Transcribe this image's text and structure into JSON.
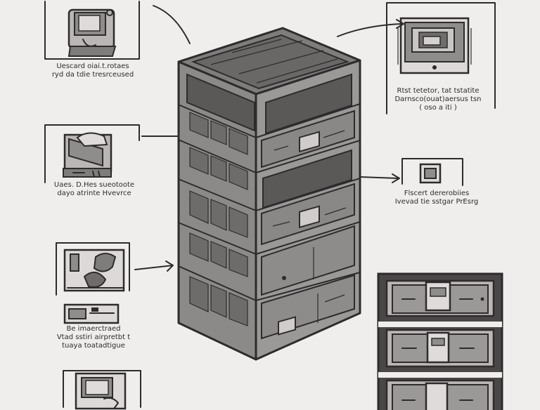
{
  "colors": {
    "background": "#efeeec",
    "ink": "#2e2b2c",
    "panel_fill": "#7f7c7c",
    "panel_dark": "#5b5858",
    "panel_light": "#b9b6b5",
    "frame": "#4b4748"
  },
  "icons": [
    "server-tower-icon",
    "monitor-icon",
    "printer-icon",
    "camera-icon",
    "computer-icon",
    "media-drive-icon",
    "server-rack-icon"
  ],
  "labels": {
    "top_left": [
      "Uescard oiai.t.rotaes",
      "ryd da tdie tresrceused"
    ],
    "top_right": [
      "Rtst tetetor, tat tstatite",
      "Darnsco(ouat)aersus tsn",
      "( oso a iti )"
    ],
    "mid_left": [
      "Uaes. D.Hes sueotoote",
      "dayo atrinte Hvevrce"
    ],
    "mid_right": [
      "Flscert dererobiies",
      "Ivevad tie sstgar PrEsrg"
    ],
    "bottom_left": [
      "Be imaerctraed",
      "Vtad sstiri airpretbt t",
      "tuaya toatadtigue"
    ]
  }
}
